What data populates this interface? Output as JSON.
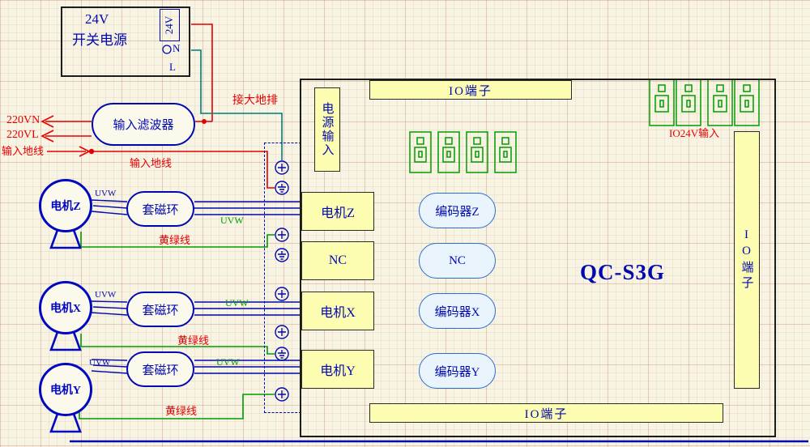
{
  "psu": {
    "label_line1": "24V",
    "label_line2": "开关电源",
    "terminal_24v": "24V",
    "terminal_n": "N",
    "terminal_l": "L"
  },
  "filter": {
    "label": "输入滤波器"
  },
  "ac_input": {
    "line_n": "220VN",
    "line_l": "220VL",
    "ground": "输入地线"
  },
  "labels": {
    "earth_bar": "接大地排",
    "input_ground": "输入地线",
    "uvw": "UVW",
    "yellow_green_wire": "黄绿线",
    "io24v_input": "IO24V输入"
  },
  "motors": [
    {
      "label": "电机Z"
    },
    {
      "label": "电机X"
    },
    {
      "label": "电机Y"
    }
  ],
  "ferrite_ring_label": "套磁环",
  "controller": {
    "model": "QC-S3G",
    "power_input_label": "电源输入",
    "io_terminal_top": "IO端子",
    "io_terminal_bottom": "IO端子",
    "io_terminal_right": "IO端子",
    "motor_ports": [
      {
        "label": "电机Z"
      },
      {
        "label": "NC"
      },
      {
        "label": "电机X"
      },
      {
        "label": "电机Y"
      }
    ],
    "encoder_ports": [
      {
        "label": "编码器Z"
      },
      {
        "label": "NC"
      },
      {
        "label": "编码器X"
      },
      {
        "label": "编码器Y"
      }
    ]
  },
  "colors": {
    "wire_red": "#e60000",
    "wire_green": "#009b00",
    "wire_teal": "#007d7d",
    "wire_navy": "#0008b0",
    "port_yellow": "#fdfdb2",
    "encoder_blue": "#eaf4fd"
  }
}
